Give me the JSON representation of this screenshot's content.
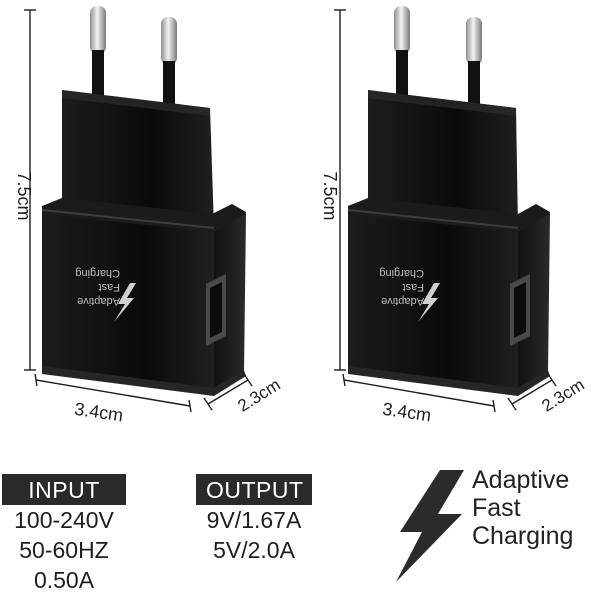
{
  "products": [
    {
      "height_label": "7.5cm",
      "width_label": "3.4cm",
      "depth_label": "2.3cm",
      "body_text": [
        "Adaptive",
        "Fast",
        "Charging"
      ]
    },
    {
      "height_label": "7.5cm",
      "width_label": "3.4cm",
      "depth_label": "2.3cm",
      "body_text": [
        "Adaptive",
        "Fast",
        "Charging"
      ]
    }
  ],
  "specs": {
    "input": {
      "header": "INPUT",
      "lines": [
        "100-240V",
        "50-60HZ",
        "0.50A"
      ]
    },
    "output": {
      "header": "OUTPUT",
      "lines": [
        "9V/1.67A",
        "5V/2.0A"
      ]
    }
  },
  "feature": {
    "icon": "lightning-bolt-icon",
    "lines": [
      "Adaptive",
      "Fast",
      "Charging"
    ]
  },
  "colors": {
    "charger_body": "#0d0d0d",
    "header_bg": "#2a2a2a",
    "pin_metal": "#c9c9c9"
  }
}
